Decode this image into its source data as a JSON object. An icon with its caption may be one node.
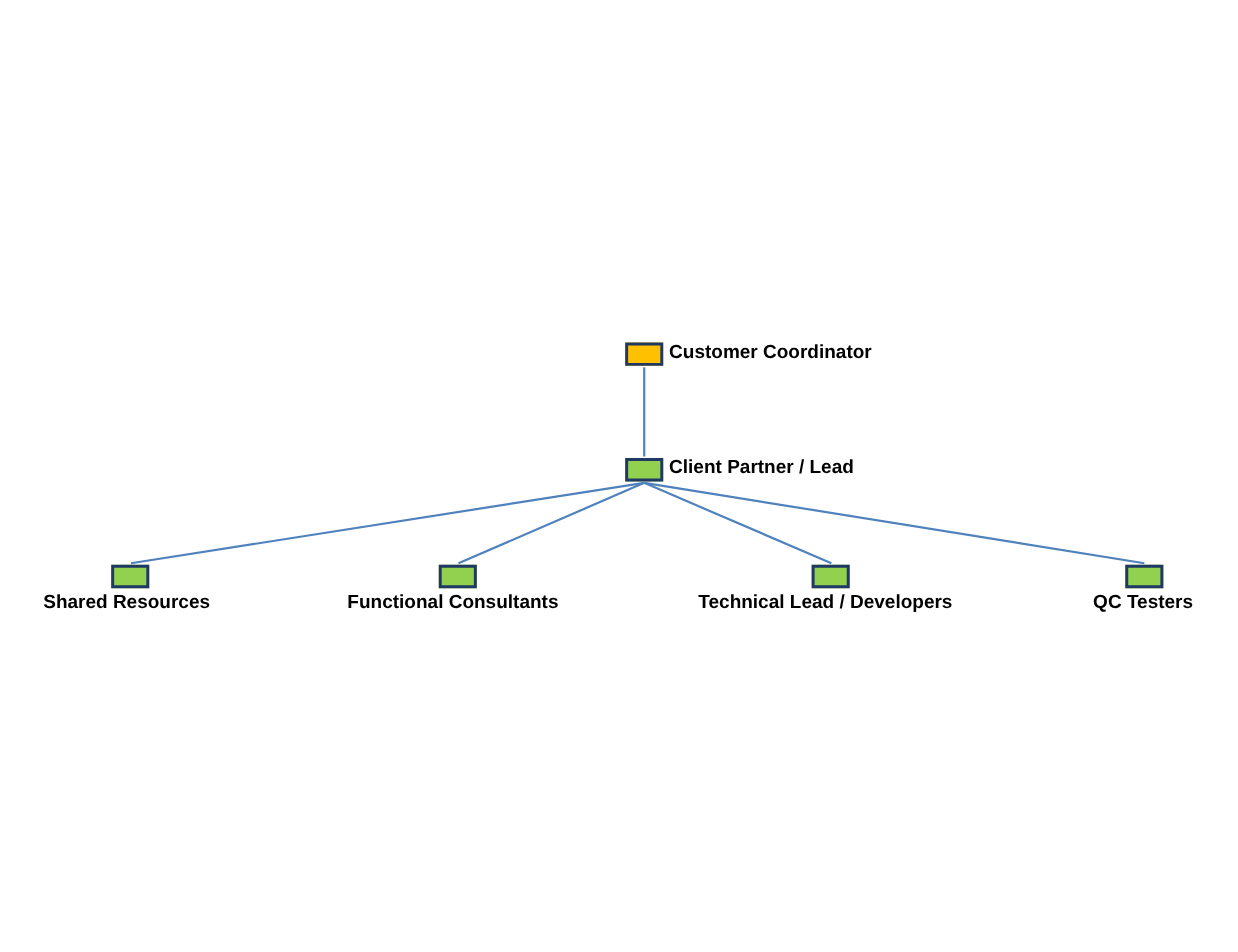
{
  "diagram": {
    "nodes": [
      {
        "text": [
          "Customer Coordinator"
        ]
      },
      {
        "text": [
          "Client Partner / Lead"
        ]
      },
      {
        "text": [
          "Shared Resources"
        ]
      },
      {
        "text": [
          "Functional Consultants"
        ]
      },
      {
        "text": [
          "Technical Lead / Developers"
        ]
      },
      {
        "text": [
          "QC Testers"
        ]
      }
    ],
    "edges": [
      {
        "from": 0,
        "to": 1,
        "arrow": "none"
      },
      {
        "from": 1,
        "to": 2,
        "arrow": "none"
      },
      {
        "from": 1,
        "to": 3,
        "arrow": "none"
      },
      {
        "from": 1,
        "to": 4,
        "arrow": "none"
      },
      {
        "from": 1,
        "to": 5,
        "arrow": "none"
      }
    ]
  }
}
